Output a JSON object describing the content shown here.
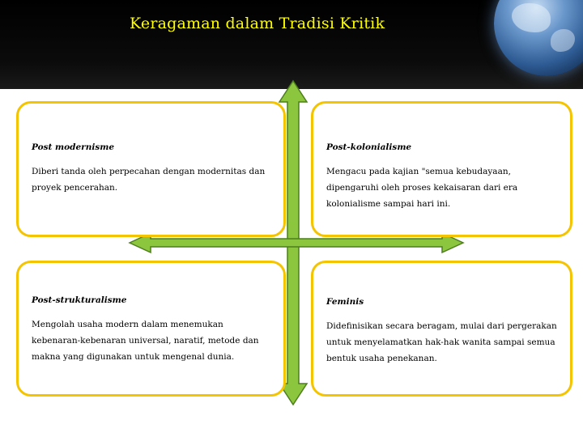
{
  "slide": {
    "title": "Keragaman dalam Tradisi Kritik"
  },
  "quadrants": [
    {
      "heading": "Post modernisme",
      "text": "Diberi tanda oleh perpecahan dengan modernitas dan proyek pencerahan."
    },
    {
      "heading": "Post-kolonialisme",
      "text": "Mengacu pada kajian \"semua kebudayaan, dipengaruhi oleh proses kekaisaran dari era kolonialisme sampai hari ini."
    },
    {
      "heading": "Post-strukturalisme",
      "text": "Mengolah usaha modern dalam menemukan kebenaran-kebenaran universal, naratif, metode dan makna yang digunakan untuk mengenal dunia."
    },
    {
      "heading": "Feminis",
      "text": "Didefinisikan secara beragam, mulai dari pergerakan untuk menyelamatkan hak-hak wanita sampai semua bentuk usaha penekanan."
    }
  ],
  "colors": {
    "header_bg": "#000000",
    "title": "#ffff00",
    "box_border": "#f5c400",
    "arrow_fill": "#8cc63f",
    "arrow_stroke": "#4d7f1d"
  },
  "icons": [
    "globe-image",
    "four-way-arrow"
  ]
}
